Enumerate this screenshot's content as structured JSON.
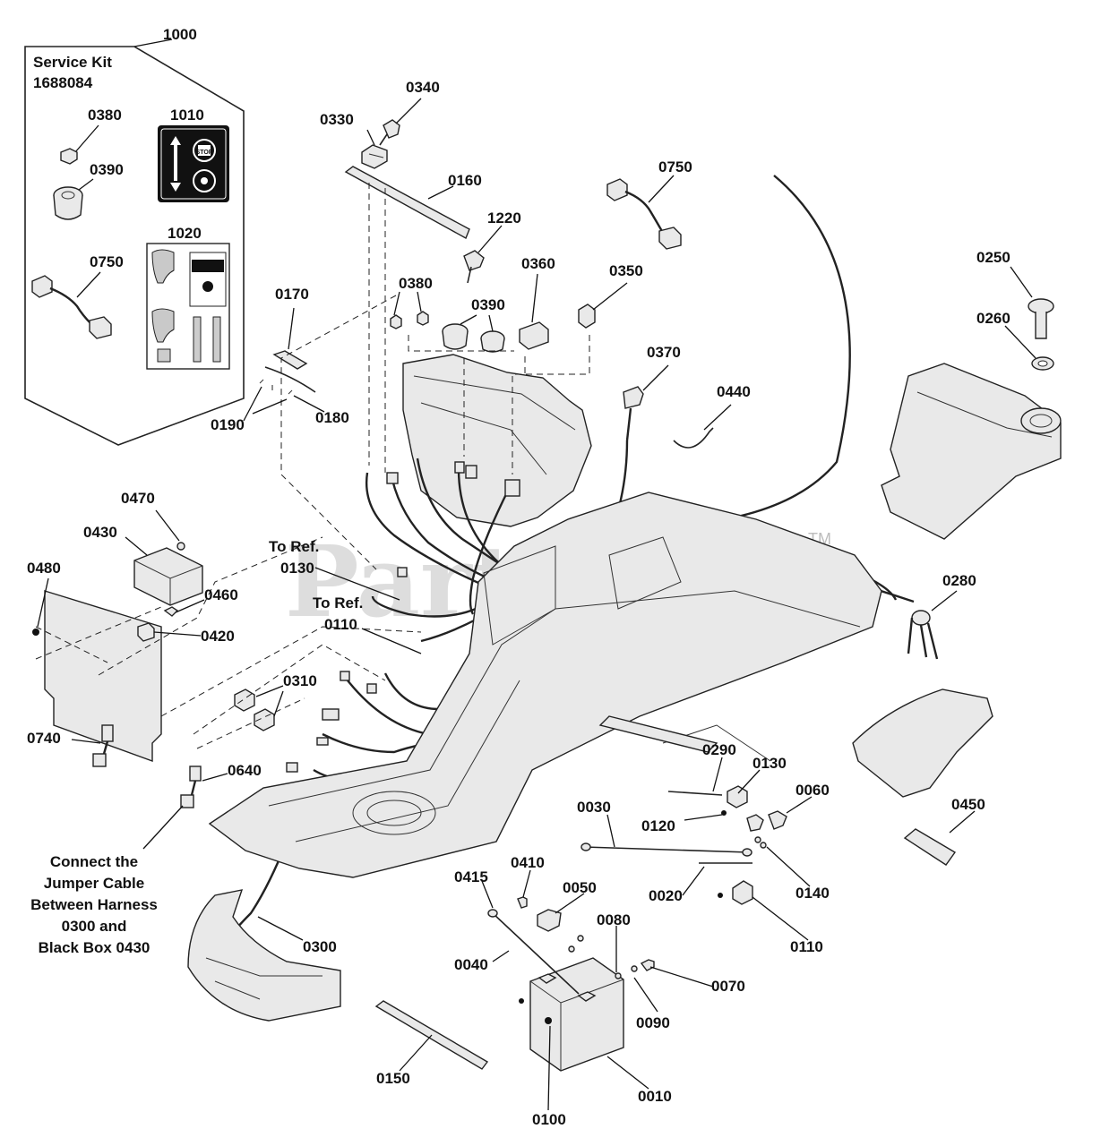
{
  "watermark": {
    "text": "PartsTree",
    "tm": "TM"
  },
  "service_kit": {
    "callout": "1000",
    "title": "Service Kit",
    "number": "1688084",
    "parts": [
      "0380",
      "0390",
      "0750"
    ],
    "decal_1010": "1010",
    "decal_1020": "1020",
    "decal_stop_text": "STOP"
  },
  "callouts": [
    {
      "id": "0330",
      "text": "0330"
    },
    {
      "id": "0340",
      "text": "0340"
    },
    {
      "id": "0160",
      "text": "0160"
    },
    {
      "id": "1220",
      "text": "1220"
    },
    {
      "id": "0750",
      "text": "0750"
    },
    {
      "id": "0250",
      "text": "0250"
    },
    {
      "id": "0260",
      "text": "0260"
    },
    {
      "id": "0170",
      "text": "0170"
    },
    {
      "id": "0380",
      "text": "0380"
    },
    {
      "id": "0390",
      "text": "0390"
    },
    {
      "id": "0360",
      "text": "0360"
    },
    {
      "id": "0350",
      "text": "0350"
    },
    {
      "id": "0370",
      "text": "0370"
    },
    {
      "id": "0440",
      "text": "0440"
    },
    {
      "id": "0190",
      "text": "0190"
    },
    {
      "id": "0180",
      "text": "0180"
    },
    {
      "id": "0470",
      "text": "0470"
    },
    {
      "id": "0430",
      "text": "0430"
    },
    {
      "id": "0480",
      "text": "0480"
    },
    {
      "id": "0460",
      "text": "0460"
    },
    {
      "id": "0420",
      "text": "0420"
    },
    {
      "id": "0280",
      "text": "0280"
    },
    {
      "id": "0310",
      "text": "0310"
    },
    {
      "id": "0740",
      "text": "0740"
    },
    {
      "id": "0640",
      "text": "0640"
    },
    {
      "id": "0290",
      "text": "0290"
    },
    {
      "id": "0130",
      "text": "0130"
    },
    {
      "id": "0060",
      "text": "0060"
    },
    {
      "id": "0030",
      "text": "0030"
    },
    {
      "id": "0120",
      "text": "0120"
    },
    {
      "id": "0450",
      "text": "0450"
    },
    {
      "id": "0410",
      "text": "0410"
    },
    {
      "id": "0415",
      "text": "0415"
    },
    {
      "id": "0050",
      "text": "0050"
    },
    {
      "id": "0020",
      "text": "0020"
    },
    {
      "id": "0140",
      "text": "0140"
    },
    {
      "id": "0080",
      "text": "0080"
    },
    {
      "id": "0110",
      "text": "0110"
    },
    {
      "id": "0040",
      "text": "0040"
    },
    {
      "id": "0300",
      "text": "0300"
    },
    {
      "id": "0070",
      "text": "0070"
    },
    {
      "id": "0090",
      "text": "0090"
    },
    {
      "id": "0150",
      "text": "0150"
    },
    {
      "id": "0010",
      "text": "0010"
    },
    {
      "id": "0100",
      "text": "0100"
    }
  ],
  "references": {
    "ref_0130_line1": "To Ref.",
    "ref_0130_line2": "0130",
    "ref_0110_line1": "To Ref.",
    "ref_0110_line2": "0110"
  },
  "note": {
    "line1": "Connect the",
    "line2": "Jumper Cable",
    "line3": "Between Harness",
    "line4": "0300 and",
    "line5": "Black Box 0430"
  }
}
